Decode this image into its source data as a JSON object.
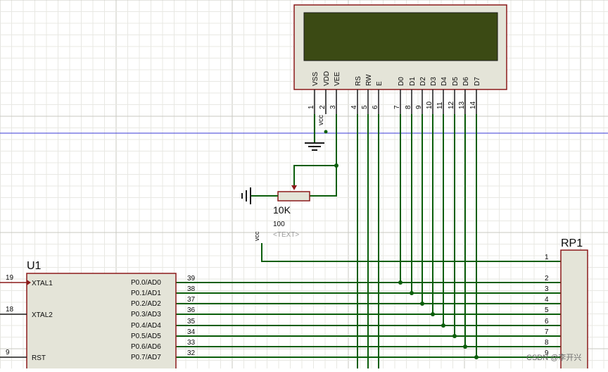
{
  "lcd": {
    "pins": [
      {
        "name": "VSS",
        "num": "1"
      },
      {
        "name": "VDD",
        "num": "2"
      },
      {
        "name": "VEE",
        "num": "3"
      },
      {
        "name": "RS",
        "num": "4"
      },
      {
        "name": "RW",
        "num": "5"
      },
      {
        "name": "E",
        "num": "6"
      },
      {
        "name": "D0",
        "num": "7"
      },
      {
        "name": "D1",
        "num": "8"
      },
      {
        "name": "D2",
        "num": "9"
      },
      {
        "name": "D3",
        "num": "10"
      },
      {
        "name": "D4",
        "num": "11"
      },
      {
        "name": "D5",
        "num": "12"
      },
      {
        "name": "D6",
        "num": "13"
      },
      {
        "name": "D7",
        "num": "14"
      }
    ],
    "vcc_label": "vcc"
  },
  "pot": {
    "value": "10K",
    "ref": "100",
    "text_placeholder": "<TEXT>",
    "vcc_label": "vcc"
  },
  "u1": {
    "ref": "U1",
    "left_pins": [
      {
        "name": "XTAL1",
        "num": "19"
      },
      {
        "name": "XTAL2",
        "num": "18"
      },
      {
        "name": "RST",
        "num": "9"
      }
    ],
    "right_pins": [
      {
        "name": "P0.0/AD0",
        "num": "39"
      },
      {
        "name": "P0.1/AD1",
        "num": "38"
      },
      {
        "name": "P0.2/AD2",
        "num": "37"
      },
      {
        "name": "P0.3/AD3",
        "num": "36"
      },
      {
        "name": "P0.4/AD4",
        "num": "35"
      },
      {
        "name": "P0.5/AD5",
        "num": "34"
      },
      {
        "name": "P0.6/AD6",
        "num": "33"
      },
      {
        "name": "P0.7/AD7",
        "num": "32"
      }
    ]
  },
  "rp1": {
    "ref": "RP1",
    "pins": [
      "1",
      "2",
      "3",
      "4",
      "5",
      "6",
      "7",
      "8",
      "9"
    ]
  },
  "watermark": "CSDN @李开兴",
  "colors": {
    "background": "#ffffff",
    "grid_minor": "#e8e8e3",
    "grid_major": "#c9c9c2",
    "component_body": "#e4e4d8",
    "component_border": "#8b1a1a",
    "wire": "#0b5e0b",
    "lcd_screen": "#3b4a14",
    "guide_line": "#3a3ad6",
    "pin_text": "#0a0a0a"
  }
}
